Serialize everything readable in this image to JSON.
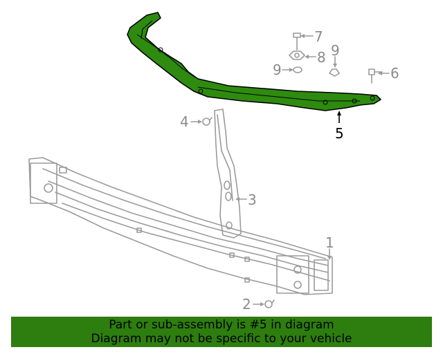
{
  "diagram": {
    "highlight_color": "#2e7d0f",
    "callouts": {
      "c1": "1",
      "c2": "2",
      "c3": "3",
      "c4": "4",
      "c5": "5",
      "c6": "6",
      "c7": "7",
      "c8": "8",
      "c9a": "9",
      "c9b": "9"
    },
    "highlighted_part": "5"
  },
  "banner": {
    "line1": "Part or sub-assembly is #5 in diagram",
    "line2": "Diagram may not be specific to your vehicle",
    "color": "#2e7d0f"
  }
}
